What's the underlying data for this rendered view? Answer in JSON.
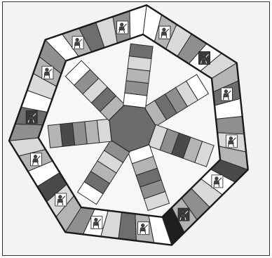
{
  "board": {
    "sides": 7,
    "spokes": 7,
    "cells_per_spoke": 5,
    "cells_per_edge": 6,
    "colors": {
      "background": "#f3f3f3",
      "hub": "#6c6c6c",
      "field": "#f7f7f7",
      "shades": [
        "#ffffff",
        "#d9d9d9",
        "#b4b4b4",
        "#8f8f8f",
        "#6e6e6e",
        "#4a4a4a",
        "#1f1f1f"
      ]
    },
    "picture_tiles": [
      {
        "icon": "cannon-figure-icon"
      },
      {
        "icon": "fortress-figure-icon"
      },
      {
        "icon": "knight-figure-icon"
      },
      {
        "icon": "soldier-figure-icon"
      },
      {
        "icon": "bird-figure-icon"
      },
      {
        "icon": "cat-figure-icon"
      },
      {
        "icon": "ship-figure-icon"
      },
      {
        "icon": "horse-figure-icon"
      },
      {
        "icon": "dragon-figure-icon"
      },
      {
        "icon": "dwarf-figure-icon"
      },
      {
        "icon": "giant-figure-icon"
      },
      {
        "icon": "lion-figure-icon"
      },
      {
        "icon": "archer-figure-icon"
      },
      {
        "icon": "monk-figure-icon"
      },
      {
        "icon": "wizard-figure-icon"
      },
      {
        "icon": "beast-figure-icon"
      }
    ]
  }
}
